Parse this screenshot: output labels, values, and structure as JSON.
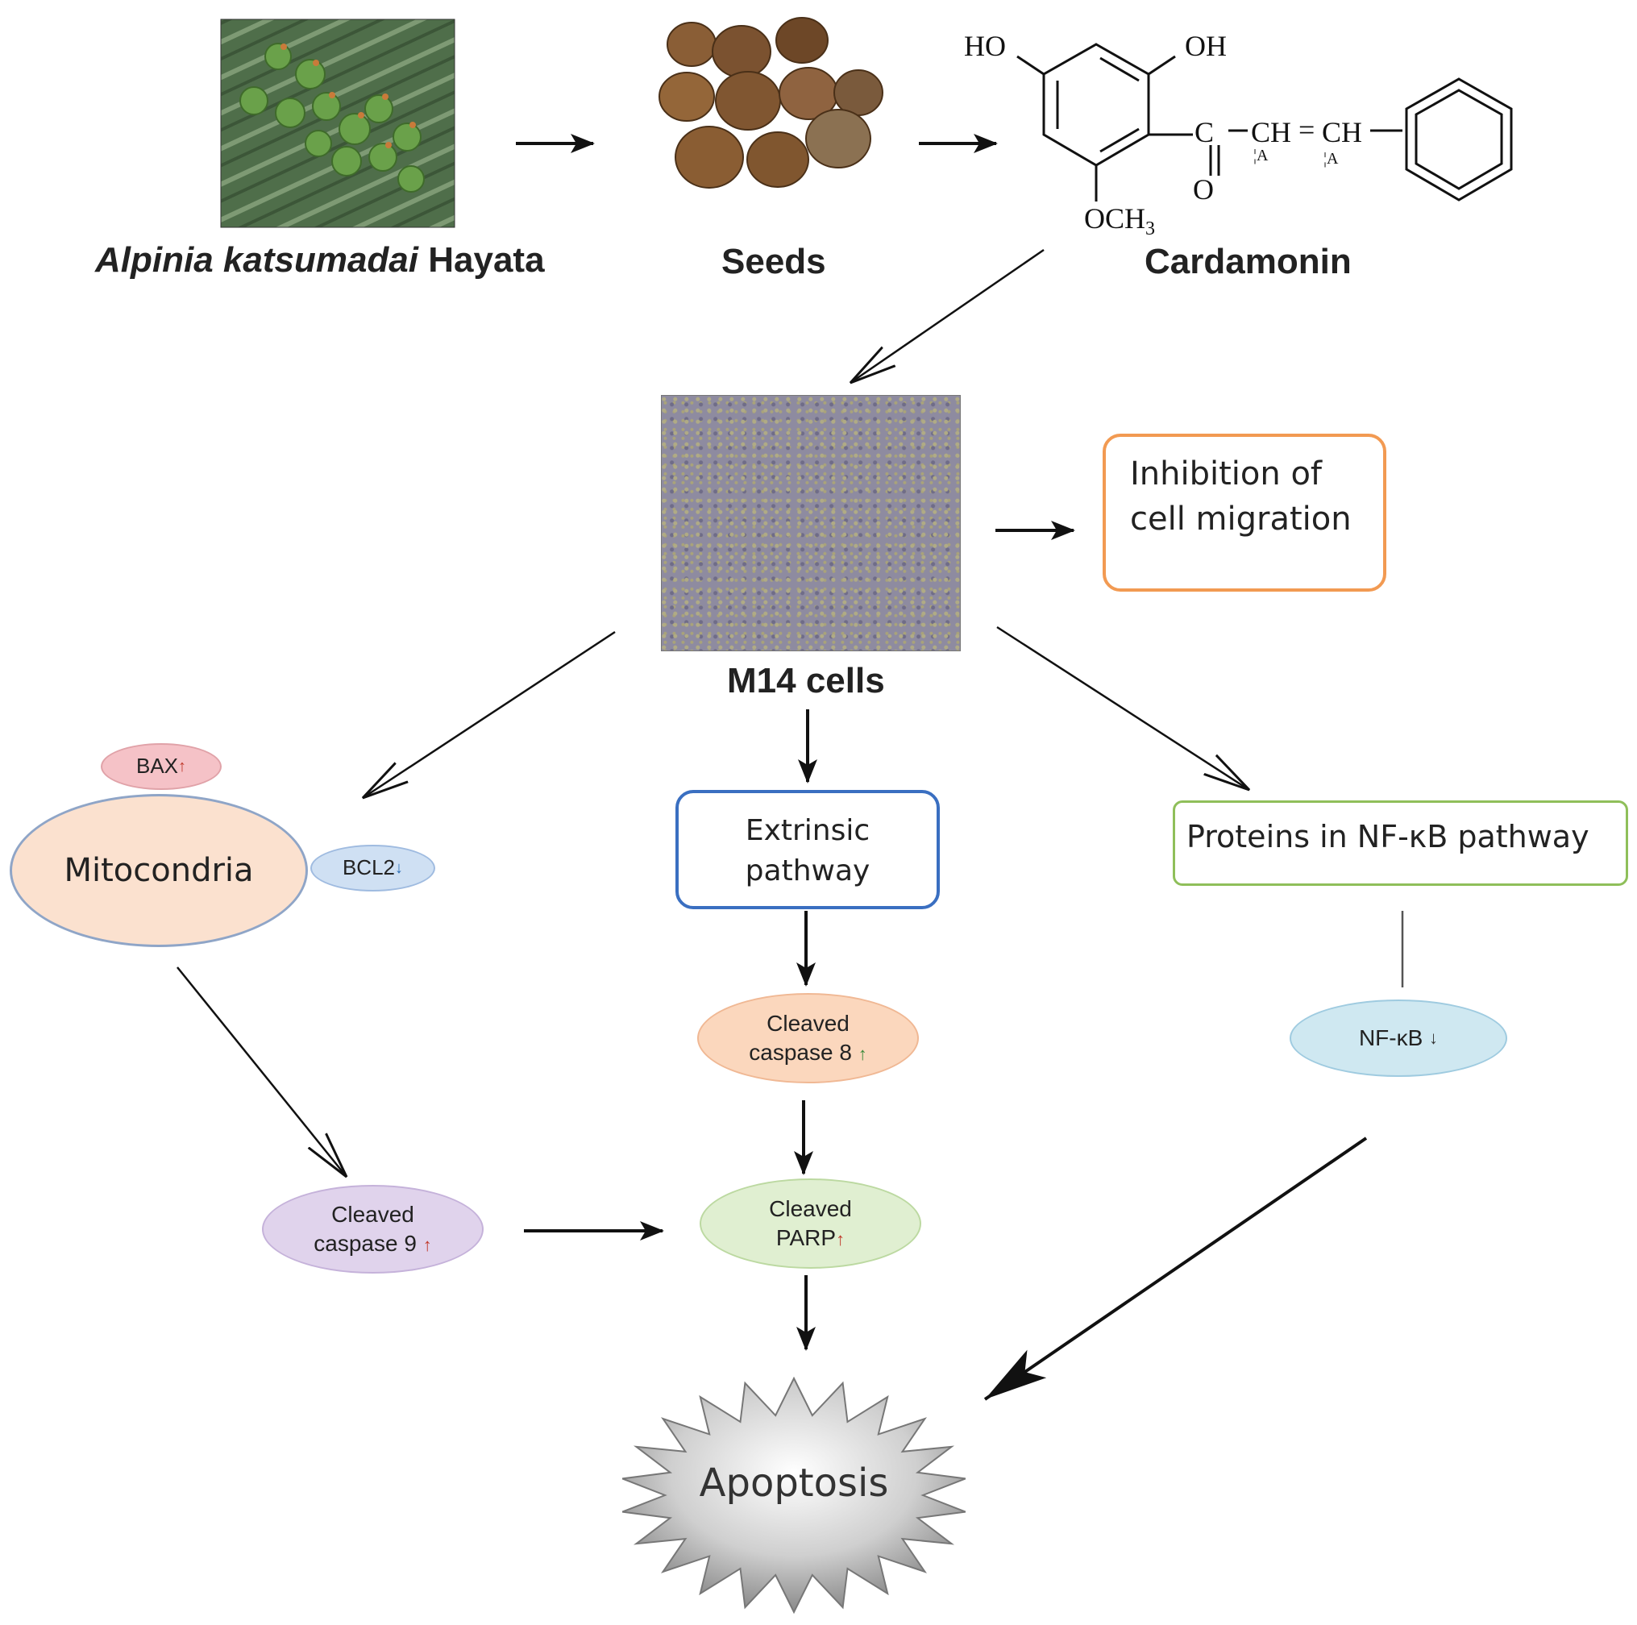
{
  "source": {
    "plant_label_italic": "Alpinia katsumadai",
    "plant_label_rest": " Hayata",
    "seeds_label": "Seeds",
    "compound_label": "Cardamonin"
  },
  "structure": {
    "ho": "HO",
    "oh": "OH",
    "c": "C",
    "ch1": "CH",
    "eq": "=",
    "ch2": "CH",
    "o": "O",
    "och3": "OCH",
    "sub3": "3",
    "artifact": "¦A"
  },
  "cells": {
    "label": "M14 cells"
  },
  "migration": {
    "text": "Inhibition of cell migration"
  },
  "mito": {
    "label": "Mitocondria",
    "bax": "BAX",
    "bcl2": "BCL2",
    "casp9": "Cleaved caspase 9"
  },
  "extrinsic": {
    "label": "Extrinsic pathway",
    "casp8": "Cleaved caspase 8",
    "parp": "Cleaved PARP"
  },
  "nfkb": {
    "box": "Proteins in NF-κB pathway",
    "nfkb": "NF-κB"
  },
  "outcome": {
    "label": "Apoptosis"
  },
  "glyphs": {
    "up": "↑",
    "down": "↓"
  },
  "colors": {
    "migration_border": "#f29a52",
    "extrinsic_border": "#3a6fc1",
    "nfkb_border": "#8fbf5a",
    "mito_fill": "#fbe1cf",
    "mito_border": "#8fa5c7",
    "bax_fill": "#f5c2c7",
    "bcl2_fill": "#cfe0f3",
    "casp8_fill": "#fbd7bd",
    "parp_fill": "#e0efd1",
    "casp9_fill": "#e0d3ec",
    "nfkb_fill": "#cfe8f1"
  }
}
